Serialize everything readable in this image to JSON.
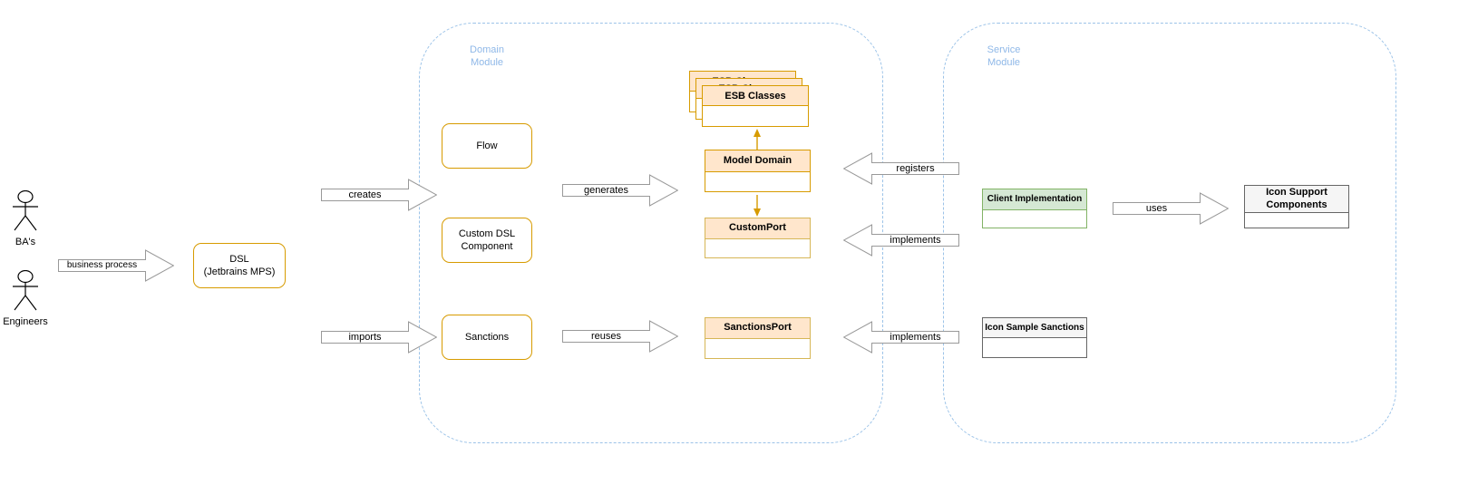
{
  "diagram": {
    "actors": {
      "bas": "BA's",
      "engineers": "Engineers"
    },
    "containers": {
      "domain": "Domain\nModule",
      "service": "Service\nModule"
    },
    "nodes": {
      "dsl": "DSL\n(Jetbrains MPS)",
      "flow": "Flow",
      "custom_dsl": "Custom DSL\nComponent",
      "sanctions": "Sanctions",
      "esb_classes": "ESB Classes",
      "model_domain": "Model Domain",
      "custom_port": "CustomPort",
      "sanctions_port": "SanctionsPort",
      "client_implementation": "Client Implementation",
      "icon_support": "Icon Support\nComponents",
      "icon_sample_sanctions": "Icon Sample Sanctions"
    },
    "arrows": {
      "business_process": "business process",
      "creates": "creates",
      "imports": "imports",
      "generates": "generates",
      "reuses": "reuses",
      "registers": "registers",
      "implements_custom": "implements",
      "implements_sanctions": "implements",
      "uses": "uses"
    }
  },
  "colors": {
    "orange_border": "#d79b00",
    "orange_fill": "#ffe6cc",
    "yellow_border": "#d6b656",
    "green_border": "#82b366",
    "green_fill": "#d5e8d4",
    "gray_border": "#666666",
    "gray_fill": "#f5f5f5",
    "blue_dashed": "#9cc3e8",
    "blue_label": "#8fb8e8",
    "arrow_stroke": "#999999",
    "connector_orange": "#d79b00"
  }
}
